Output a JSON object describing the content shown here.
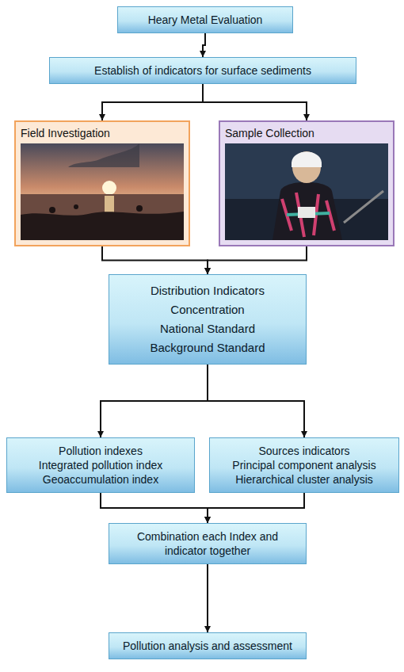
{
  "diagram": {
    "nodes": [
      {
        "text": [
          "Heary Metal Evaluation"
        ]
      },
      {
        "text": [
          "Establish of indicators for surface sediments"
        ]
      },
      {
        "text": [
          "Field Investigation"
        ]
      },
      {
        "text": [
          "Sample Collection"
        ]
      },
      {
        "text": [
          "Distribution Indicators",
          "Concentration",
          "National Standard",
          "Background Standard"
        ]
      },
      {
        "text": [
          "Pollution indexes",
          "Integrated pollution index",
          "Geoaccumulation index"
        ]
      },
      {
        "text": [
          "Sources indicators",
          "Principal component analysis",
          "Hierarchical cluster analysis"
        ]
      },
      {
        "text": [
          "Combination each Index and indicator together"
        ]
      },
      {
        "text": [
          "Pollution analysis and assessment"
        ]
      }
    ],
    "edges": [
      {
        "from": 0,
        "to": 1,
        "arrow": "to"
      },
      {
        "from": 1,
        "to": 2,
        "arrow": "to"
      },
      {
        "from": 1,
        "to": 3,
        "arrow": "to"
      },
      {
        "from": 2,
        "to": 4,
        "arrow": "to"
      },
      {
        "from": 3,
        "to": 4,
        "arrow": "to"
      },
      {
        "from": 4,
        "to": 5,
        "arrow": "to"
      },
      {
        "from": 4,
        "to": 6,
        "arrow": "to"
      },
      {
        "from": 5,
        "to": 7,
        "arrow": "to"
      },
      {
        "from": 6,
        "to": 7,
        "arrow": "to"
      },
      {
        "from": 7,
        "to": 8,
        "arrow": "to"
      }
    ]
  }
}
